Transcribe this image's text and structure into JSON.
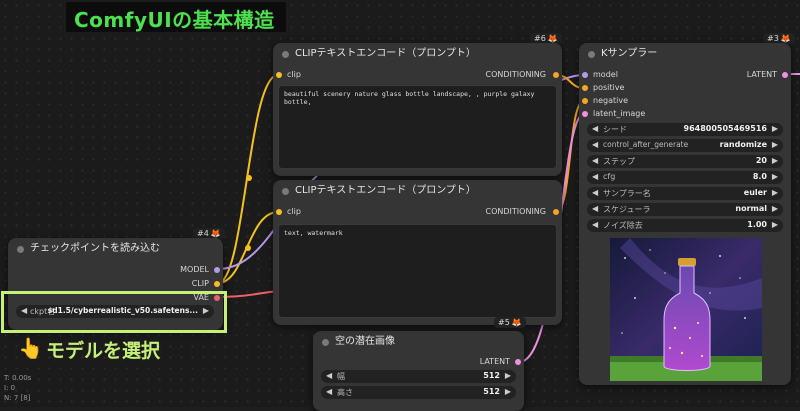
{
  "page": {
    "title": "ComfyUIの基本構造",
    "caption": "モデルを選択",
    "hand_icon": "pointing-hand-icon"
  },
  "colors": {
    "title_green": "#4ee04e",
    "highlight": "#c7f07a",
    "clip_wire": "#f5c020",
    "conditioning_wire": "#f5a623",
    "model_wire": "#b49be8",
    "vae_wire": "#f0606a",
    "latent_wire": "#f090e0"
  },
  "nodes": {
    "clip1": {
      "id": "#6",
      "title": "CLIPテキストエンコード（プロンプト）",
      "input": "clip",
      "output": "CONDITIONING",
      "text": "beautiful scenery nature glass bottle landscape, , purple galaxy bottle,"
    },
    "clip2": {
      "title": "CLIPテキストエンコード（プロンプト）",
      "input": "clip",
      "output": "CONDITIONING",
      "text": "text, watermark"
    },
    "checkpoint": {
      "id": "#4",
      "title": "チェックポイントを読み込む",
      "outputs": [
        "MODEL",
        "CLIP",
        "VAE"
      ],
      "widget": {
        "label": "ckpt名",
        "value": "sd1.5/cyberrealistic_v50.safetens..."
      }
    },
    "latent": {
      "id": "#5",
      "title": "空の潜在画像",
      "output": "LATENT",
      "widgets": [
        {
          "label": "幅",
          "value": "512"
        },
        {
          "label": "高さ",
          "value": "512"
        }
      ]
    },
    "ksampler": {
      "id": "#3",
      "title": "Kサンプラー",
      "inputs": [
        "model",
        "positive",
        "negative",
        "latent_image"
      ],
      "output": "LATENT",
      "widgets": [
        {
          "label": "シード",
          "value": "964800505469516"
        },
        {
          "label": "control_after_generate",
          "value": "randomize"
        },
        {
          "label": "ステップ",
          "value": "20"
        },
        {
          "label": "cfg",
          "value": "8.0"
        },
        {
          "label": "サンプラー名",
          "value": "euler"
        },
        {
          "label": "スケジューラ",
          "value": "normal"
        },
        {
          "label": "ノイズ除去",
          "value": "1.00"
        }
      ]
    }
  },
  "status": {
    "line1": "T: 0.00s",
    "line2": "I: 0",
    "line3": "N: 7 [8]"
  },
  "fox_icon": "🦊"
}
